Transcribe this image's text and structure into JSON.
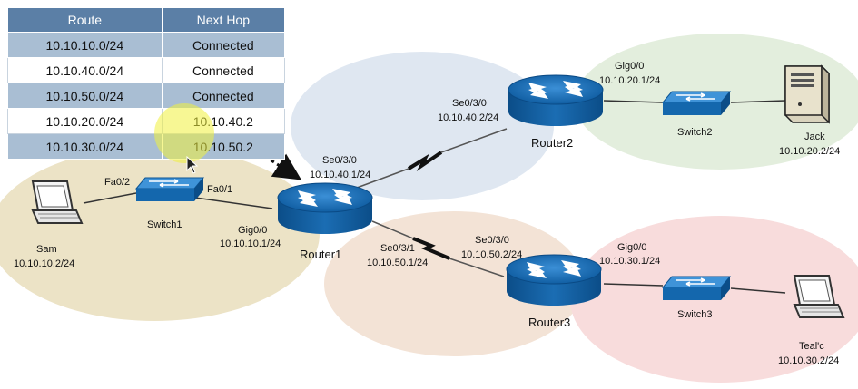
{
  "table": {
    "headers": {
      "route": "Route",
      "next_hop": "Next Hop"
    },
    "rows": [
      {
        "route": "10.10.10.0/24",
        "next_hop": "Connected"
      },
      {
        "route": "10.10.40.0/24",
        "next_hop": "Connected"
      },
      {
        "route": "10.10.50.0/24",
        "next_hop": "Connected"
      },
      {
        "route": "10.10.20.0/24",
        "next_hop": "10.10.40.2"
      },
      {
        "route": "10.10.30.0/24",
        "next_hop": "10.10.50.2"
      }
    ]
  },
  "devices": {
    "router1": "Router1",
    "router2": "Router2",
    "router3": "Router3",
    "switch1": "Switch1",
    "switch2": "Switch2",
    "switch3": "Switch3",
    "sam": {
      "name": "Sam",
      "ip": "10.10.10.2/24"
    },
    "jack": {
      "name": "Jack",
      "ip": "10.10.20.2/24"
    },
    "tealc": {
      "name": "Teal'c",
      "ip": "10.10.30.2/24"
    }
  },
  "interfaces": {
    "s1_fa02": "Fa0/2",
    "s1_fa01": "Fa0/1",
    "r1_gig": {
      "name": "Gig0/0",
      "ip": "10.10.10.1/24"
    },
    "r1_se030": {
      "name": "Se0/3/0",
      "ip": "10.10.40.1/24"
    },
    "r1_se031": {
      "name": "Se0/3/1",
      "ip": "10.10.50.1/24"
    },
    "r2_se030": {
      "name": "Se0/3/0",
      "ip": "10.10.40.2/24"
    },
    "r2_gig": {
      "name": "Gig0/0",
      "ip": "10.10.20.1/24"
    },
    "r3_se030": {
      "name": "Se0/3/0",
      "ip": "10.10.50.2/24"
    },
    "r3_gig": {
      "name": "Gig0/0",
      "ip": "10.10.30.1/24"
    }
  },
  "colors": {
    "zone_sam": "#ece3c6",
    "zone_r2": "#dfe7f1",
    "zone_r3": "#f3e3d6",
    "zone_jack": "#e3eedd",
    "zone_tealc": "#f8dcdc",
    "device_blue": "#1e6fb6",
    "table_header": "#5b7fa6",
    "table_alt": "#a9bed3"
  }
}
